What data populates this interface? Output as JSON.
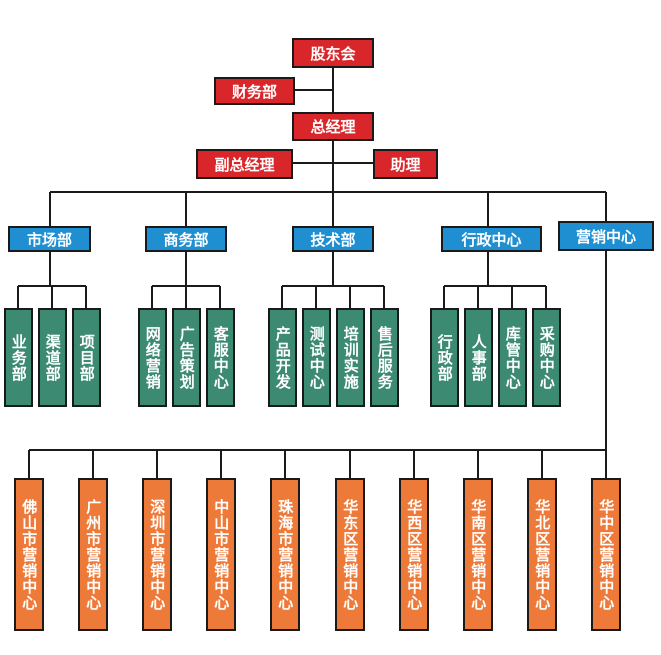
{
  "nodes": {
    "shareholders": "股东会",
    "finance": "财务部",
    "gm": "总经理",
    "deputy_gm": "副总经理",
    "assistant": "助理",
    "departments": [
      "市场部",
      "商务部",
      "技术部",
      "行政中心",
      "营销中心"
    ],
    "market_sub": [
      "业务部",
      "渠道部",
      "项目部"
    ],
    "business_sub": [
      "网络营销",
      "广告策划",
      "客服中心"
    ],
    "tech_sub": [
      "产品开发",
      "测试中心",
      "培训实施",
      "售后服务"
    ],
    "admin_sub": [
      "行政部",
      "人事部",
      "库管中心",
      "采购中心"
    ],
    "sales_sub": [
      "佛山市营销中心",
      "广州市营销中心",
      "深圳市营销中心",
      "中山市营销中心",
      "珠海市营销中心",
      "华东区营销中心",
      "华西区营销中心",
      "华南区营销中心",
      "华北区营销中心",
      "华中区营销中心"
    ]
  },
  "colors": {
    "top_level": "#d8262a",
    "department": "#1f8fd2",
    "sub_department": "#3d8a72",
    "sales_center": "#ee7a3a"
  }
}
